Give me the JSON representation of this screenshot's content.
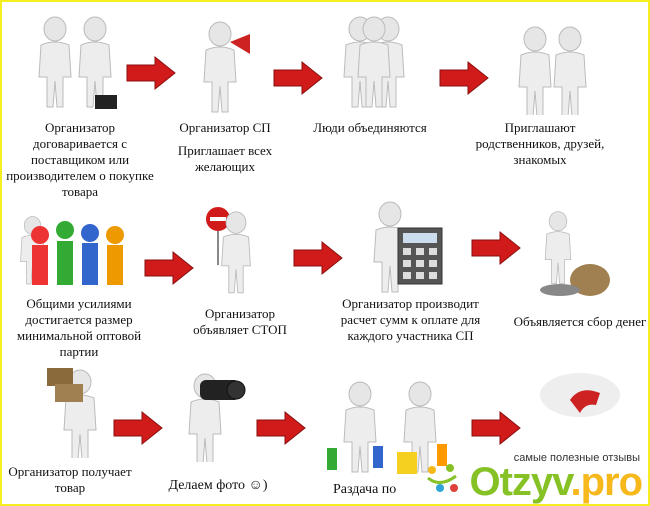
{
  "steps": [
    {
      "label": "Организатор договаривается с поставщиком или производителем о покупке товара",
      "icon": "handshake-icon"
    },
    {
      "label": "Организатор СП",
      "sublabel": "Приглашает всех желающих",
      "icon": "megaphone-icon"
    },
    {
      "label": "Люди объединяются",
      "icon": "group-icon"
    },
    {
      "label": "Приглашают родственников, друзей, знакомых",
      "icon": "people-icon"
    },
    {
      "label": "Общими усилиями достигается размер минимальной оптовой партии",
      "icon": "crowd-icon"
    },
    {
      "label": "Организатор объявляет СТОП",
      "icon": "stop-sign-icon"
    },
    {
      "label": "Организатор производит расчет сумм к оплате для каждого участника СП",
      "icon": "calculator-icon"
    },
    {
      "label": "Объявляется сбор денег",
      "icon": "money-bag-icon"
    },
    {
      "label": "Организатор получает товар",
      "icon": "boxes-icon"
    },
    {
      "label": "Делаем фото ☺)",
      "icon": "camera-icon"
    },
    {
      "label": "Раздача по",
      "icon": "shopping-bags-icon"
    },
    {
      "label": "",
      "icon": "phone-icon"
    }
  ],
  "watermark": {
    "subtitle": "самые полезные отзывы",
    "brand": "Otzyv",
    "tld": ".pro"
  },
  "colors": {
    "arrow": "#d11a1a",
    "border": "#f5ee20",
    "brand_green": "#86c226",
    "brand_orange": "#f6b81a"
  }
}
